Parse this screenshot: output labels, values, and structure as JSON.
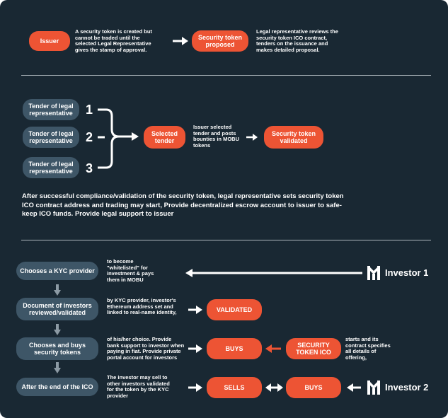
{
  "section1": {
    "issuer_label": "Issuer",
    "issuer_text": "A security token is created but cannot be traded until the selected Legal Representative gives the stamp of approval.",
    "proposed_label": "Security token proposed",
    "proposed_text": "Legal representative reviews the security token ICO contract, tenders on the issuance and makes detailed proposal."
  },
  "section2": {
    "tenders": [
      {
        "label": "Tender of legal representative",
        "number": "1"
      },
      {
        "label": "Tender of legal representative",
        "number": "2"
      },
      {
        "label": "Tender of legal representative",
        "number": "3"
      }
    ],
    "selected_label": "Selected tender",
    "selected_text": "Issuer selected tender and posts bounties in MOBU tokens",
    "validated_label": "Security token validated",
    "paragraph": "After successful compliance/validation of the security token, legal representative sets security token ICO contract address and trading may start, Provide decentralized escrow account to issuer to safe-keep ICO funds. Provide legal support to issuer"
  },
  "section3": {
    "steps": [
      {
        "label": "Chooses a KYC provider",
        "text": "to become \"whitelisted\" for investment & pays them in MOBU"
      },
      {
        "label": "Document of investors reviewed/validated",
        "text": "by KYC provider, investor's Ethereum address set and linked to real-name identity,"
      },
      {
        "label": "Chooses and buys security tokens",
        "text": "of his/her choice. Provide bank support to investor when paying in fiat. Provide private portal account for investors"
      },
      {
        "label": "After the end of the ICO",
        "text": "The investor may sell to other investors validated for the token by the KYC provider"
      }
    ],
    "validated_box": "VALIDATED",
    "buys_box": "BUYS",
    "security_ico_box": "SECURITY TOKEN ICO",
    "security_ico_text": "starts and its contract specifies all details of offering,",
    "sells_box": "SELLS",
    "buys_box_2": "BUYS",
    "investor1": "Investor 1",
    "investor2": "Investor 2"
  },
  "colors": {
    "background": "#192833",
    "accent": "#ed5434",
    "slate": "#3e5667",
    "connector": "#8c9aa4"
  }
}
